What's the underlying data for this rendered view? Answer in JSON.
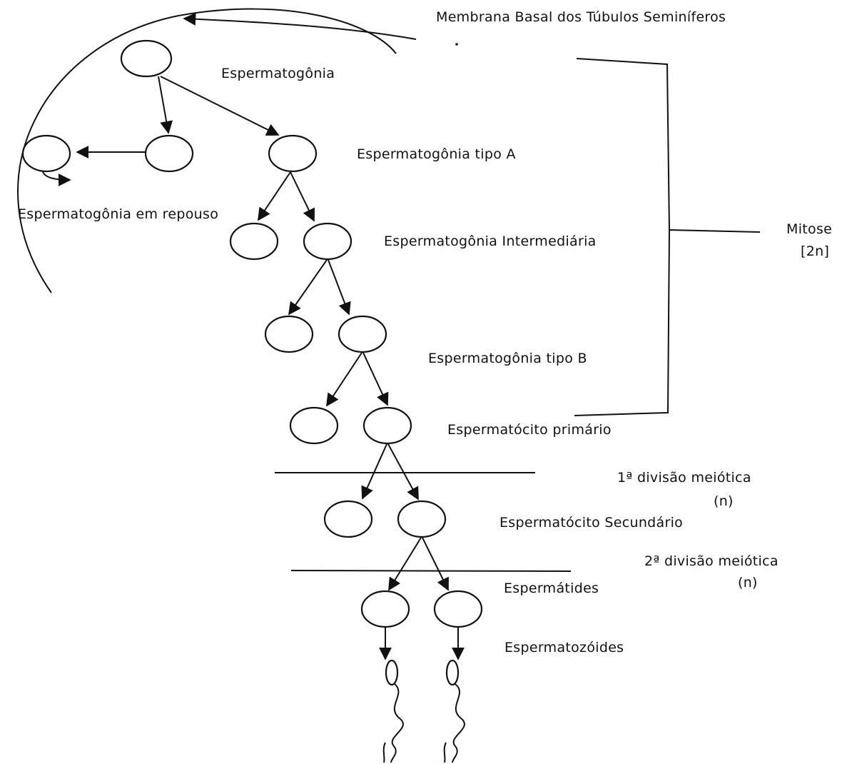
{
  "labels": {
    "membrana": "Membrana Basal dos Túbulos Seminíferos",
    "espermatogonia": "Espermatogônia",
    "tipo_a": "Espermatogônia tipo A",
    "repouso": "Espermatogônia em repouso",
    "intermediaria": "Espermatogônia Intermediária",
    "tipo_b": "Espermatogônia tipo B",
    "primario": "Espermatócito primário",
    "div1": "1ª divisão meiótica",
    "div1_n": "(n)",
    "secundario": "Espermatócito Secundário",
    "div2": "2ª divisão meiótica",
    "div2_n": "(n)",
    "espermatides": "Espermátides",
    "espermatozoides": "Espermatozóides",
    "mitose": "Mitose",
    "mitose_2n": "[2n]"
  }
}
